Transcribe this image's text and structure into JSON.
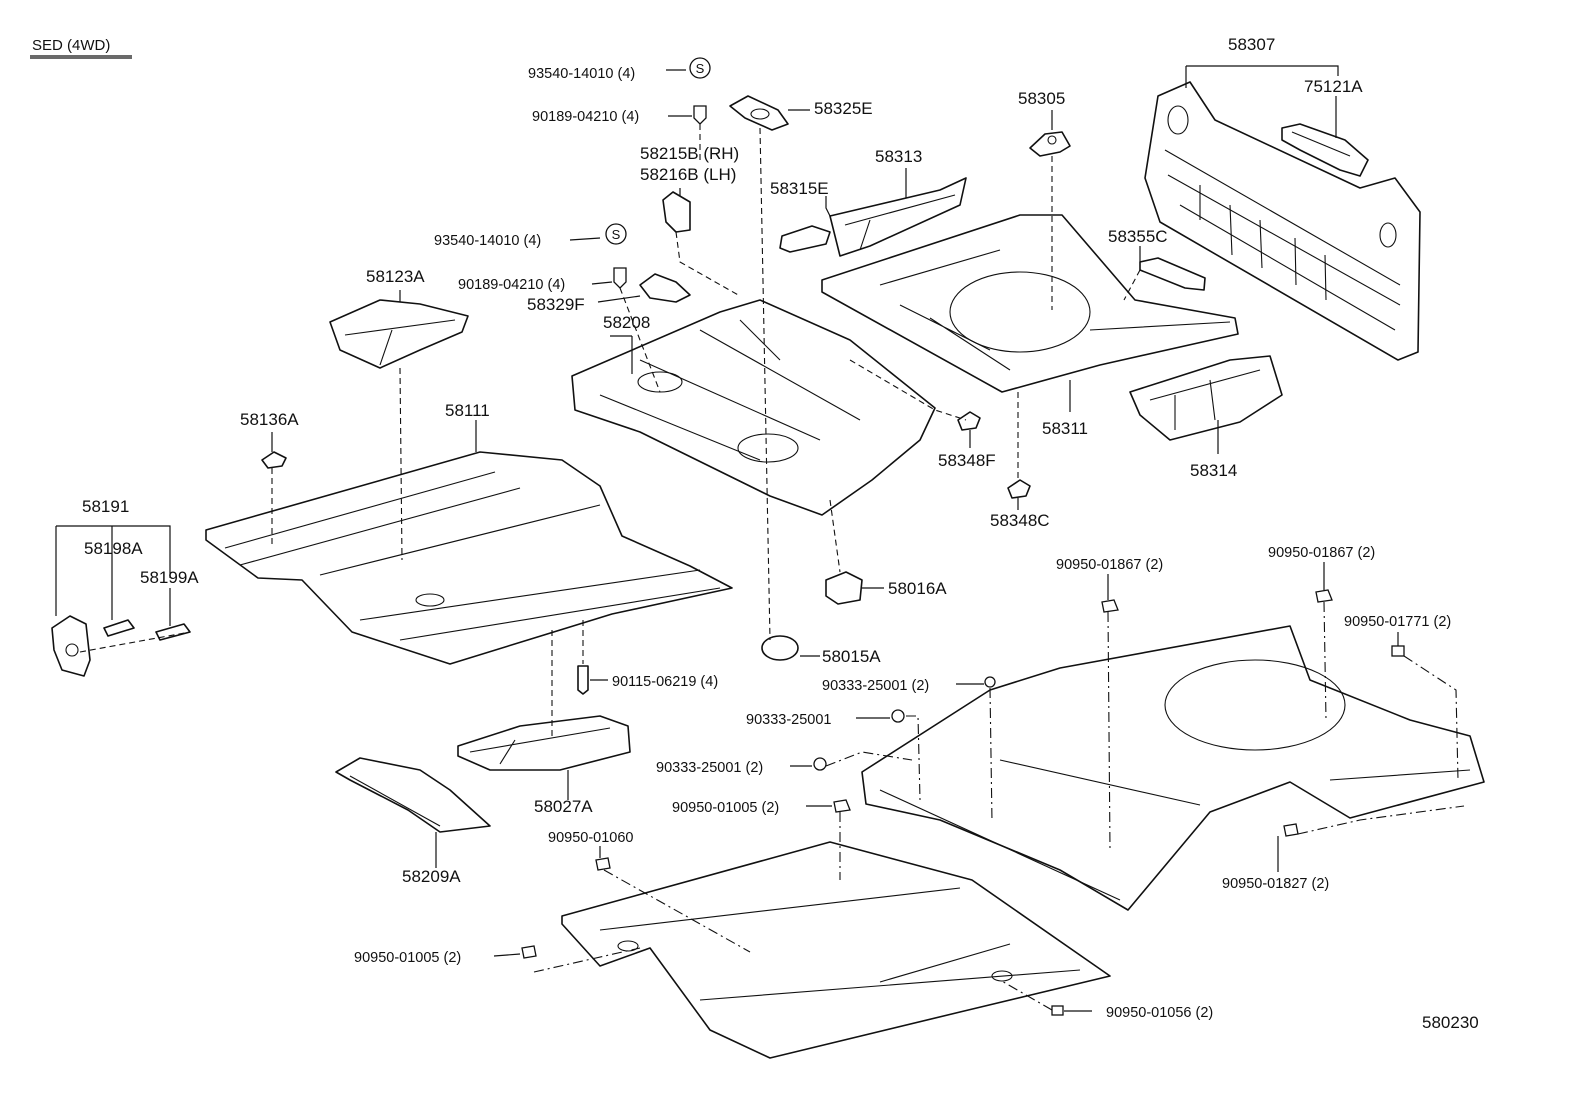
{
  "header": {
    "model": "SED (4WD)"
  },
  "figure_id": "580230",
  "labels": {
    "p58307": "58307",
    "p75121A": "75121A",
    "p58305": "58305",
    "p58313": "58313",
    "p58315E": "58315E",
    "p58355C": "58355C",
    "p58311": "58311",
    "p58314": "58314",
    "p58348F": "58348F",
    "p58348C": "58348C",
    "p93540a": "93540-14010 (4)",
    "p90189a": "90189-04210 (4)",
    "p58325E": "58325E",
    "p58215B": "58215B (RH)",
    "p58216B": "58216B (LH)",
    "p93540b": "93540-14010 (4)",
    "p90189b": "90189-04210 (4)",
    "p58329F": "58329F",
    "p58208": "58208",
    "p58123A": "58123A",
    "p58136A": "58136A",
    "p58111": "58111",
    "p58191": "58191",
    "p58198A": "58198A",
    "p58199A": "58199A",
    "p58016A": "58016A",
    "p58015A": "58015A",
    "p90115": "90115-06219 (4)",
    "p58027A": "58027A",
    "p58209A": "58209A",
    "p90950_01867a": "90950-01867 (2)",
    "p90950_01867b": "90950-01867 (2)",
    "p90950_01771": "90950-01771 (2)",
    "p90333a": "90333-25001 (2)",
    "p90333b": "90333-25001",
    "p90333c": "90333-25001 (2)",
    "p90950_01005a": "90950-01005 (2)",
    "p90950_01060": "90950-01060",
    "p90950_01827": "90950-01827 (2)",
    "p90950_01005b": "90950-01005 (2)",
    "p90950_01056": "90950-01056 (2)"
  }
}
